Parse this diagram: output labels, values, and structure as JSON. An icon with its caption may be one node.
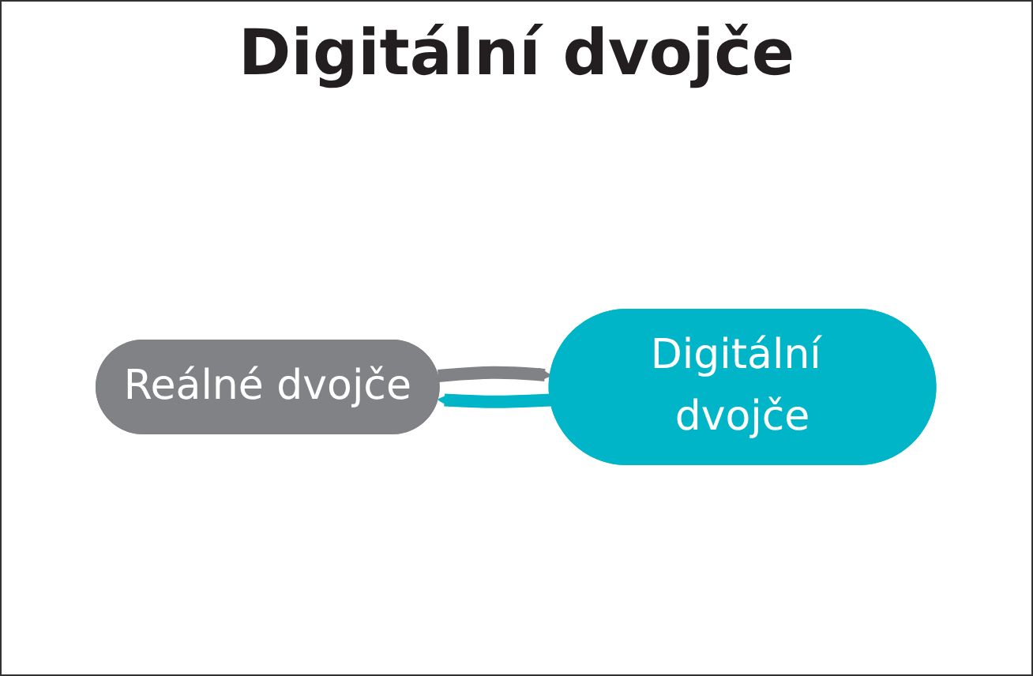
{
  "diagram": {
    "title": "Digitální dvojče",
    "nodes": [
      {
        "text": [
          "Reálné dvojče"
        ]
      },
      {
        "text": [
          "Digitální dvojče"
        ]
      }
    ],
    "edges": [
      {
        "from": 0,
        "to": 1,
        "arrow": "to",
        "color": "#808285"
      },
      {
        "from": 1,
        "to": 0,
        "arrow": "to",
        "color": "#00b5c8"
      }
    ]
  }
}
